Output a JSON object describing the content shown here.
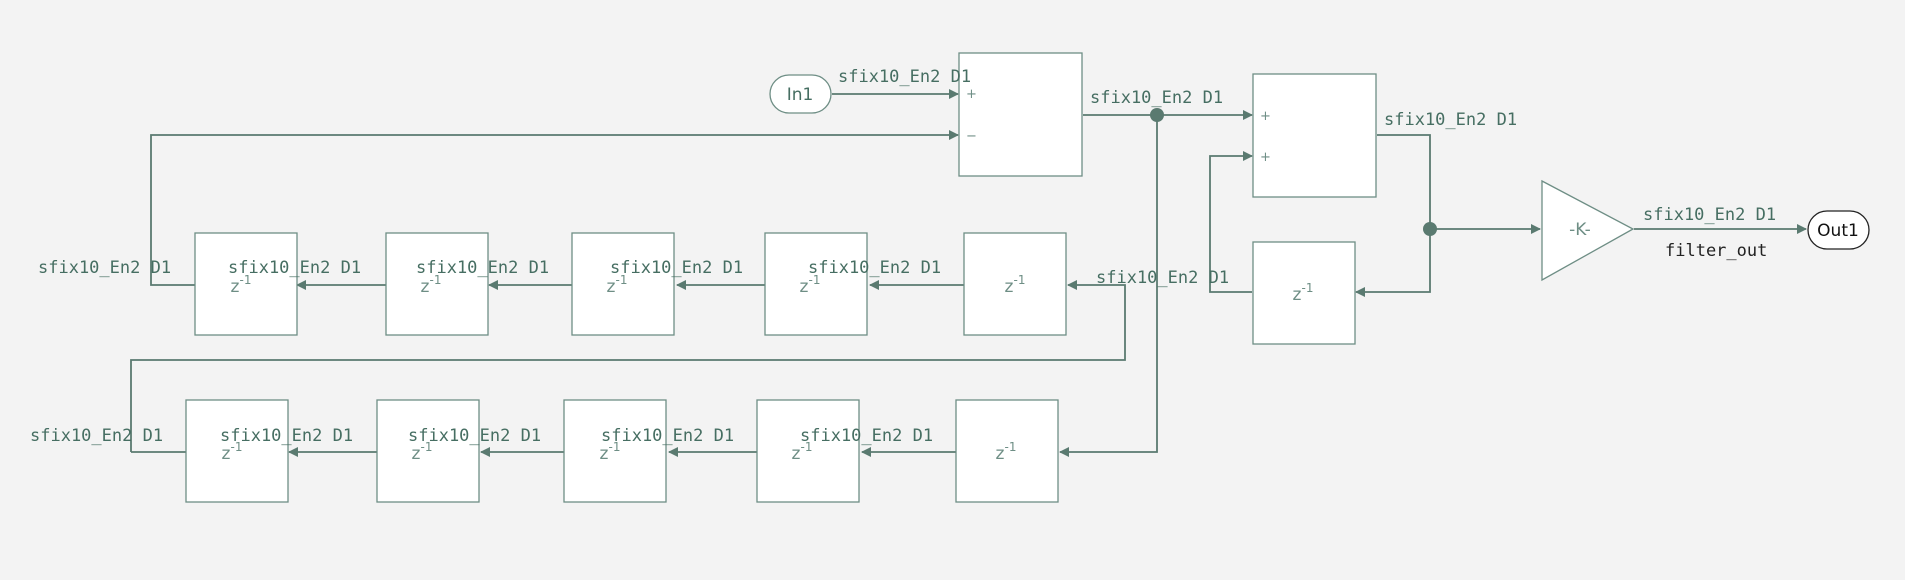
{
  "signal_type": "sfix10_En2 D1",
  "ports": {
    "in1": "In1",
    "out1": "Out1",
    "out_label": "filter_out"
  },
  "blocks": {
    "delay_symbol": "z",
    "delay_exp": "-1",
    "gain_label": "-K-",
    "plus": "+",
    "minus": "−"
  },
  "colors": {
    "wire": "#5a7a70",
    "block_border": "#6e8e85",
    "background": "#f3f3f3"
  }
}
